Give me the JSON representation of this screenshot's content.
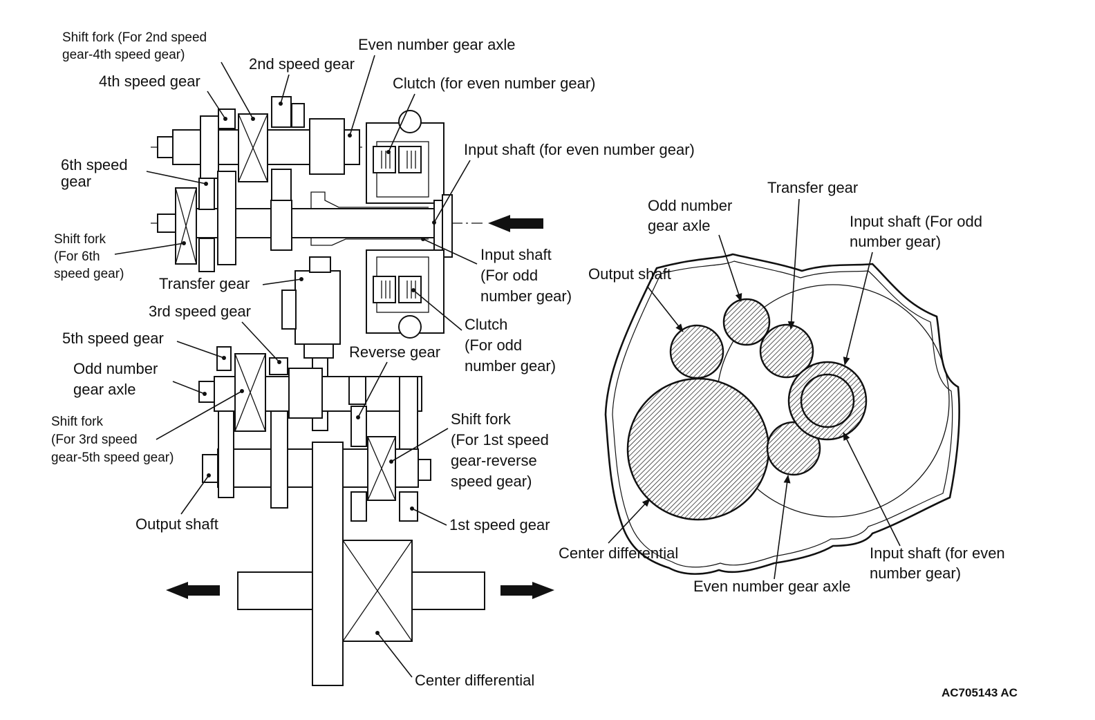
{
  "left_diagram": {
    "shift_fork_2_4": [
      "Shift fork (For 2nd speed",
      "gear-4th speed gear)"
    ],
    "even_number_gear_axle": "Even number gear axle",
    "second_speed_gear": "2nd speed gear",
    "fourth_speed_gear": "4th speed gear",
    "clutch_even": "Clutch (for even number gear)",
    "input_shaft_even": "Input shaft (for even number gear)",
    "sixth_speed_gear": [
      "6th speed",
      "gear"
    ],
    "shift_fork_6": [
      "Shift fork",
      "(For 6th",
      "speed gear)"
    ],
    "input_shaft_odd": [
      "Input shaft",
      "(For odd",
      "number gear)"
    ],
    "transfer_gear": "Transfer gear",
    "third_speed_gear": "3rd speed gear",
    "clutch_odd": [
      "Clutch",
      "(For odd",
      "number gear)"
    ],
    "fifth_speed_gear": "5th speed gear",
    "reverse_gear": "Reverse gear",
    "odd_number_gear_axle": [
      "Odd number",
      "gear axle"
    ],
    "shift_fork_3_5": [
      "Shift fork",
      "(For 3rd speed",
      "gear-5th speed gear)"
    ],
    "shift_fork_1_r": [
      "Shift fork",
      "(For 1st speed",
      "gear-reverse",
      "speed gear)"
    ],
    "output_shaft": "Output shaft",
    "first_speed_gear": "1st speed gear",
    "center_differential": "Center differential"
  },
  "right_diagram": {
    "transfer_gear": "Transfer gear",
    "odd_number_gear_axle": [
      "Odd number",
      "gear axle"
    ],
    "input_shaft_odd": [
      "Input shaft (For odd",
      "number gear)"
    ],
    "output_shaft": "Output shaft",
    "center_differential": "Center differential",
    "input_shaft_even": [
      "Input shaft (for even",
      "number gear)"
    ],
    "even_number_gear_axle": "Even number gear axle"
  },
  "figure_code": "AC705143 AC"
}
